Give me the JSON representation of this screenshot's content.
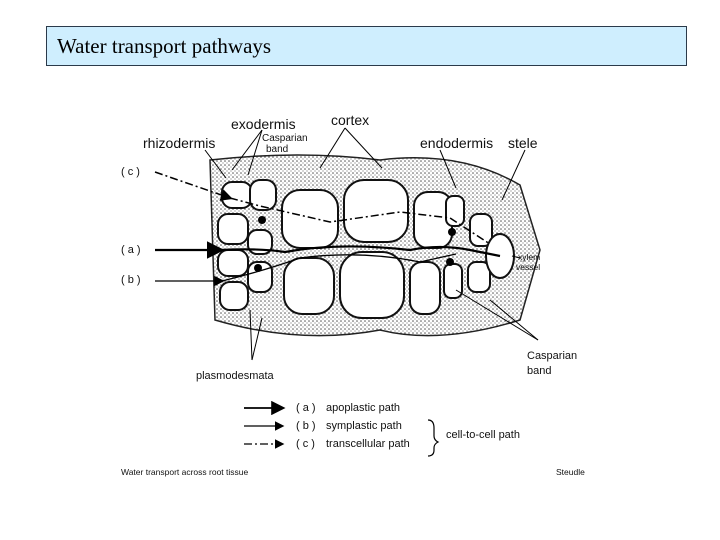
{
  "title": "Water transport pathways",
  "labels": {
    "exodermis": "exodermis",
    "cortex": "cortex",
    "rhizodermis": "rhizodermis",
    "casparian_band_top_1": "Casparian",
    "casparian_band_top_2": "band",
    "endodermis": "endodermis",
    "stele": "stele",
    "path_c": "( c )",
    "path_a": "( a )",
    "path_b": "( b )",
    "xylem_1": "xylem",
    "xylem_2": "vessel",
    "casparian_band_bottom_1": "Casparian",
    "casparian_band_bottom_2": "band",
    "plasmodesmata": "plasmodesmata"
  },
  "legend": {
    "a_key": "( a )",
    "a_text": "apoplastic path",
    "b_key": "( b )",
    "b_text": "symplastic path",
    "c_key": "( c )",
    "c_text": "transcellular path",
    "group_text": "cell-to-cell path"
  },
  "caption": {
    "left": "Water transport across root tissue",
    "right": "Steudle"
  }
}
